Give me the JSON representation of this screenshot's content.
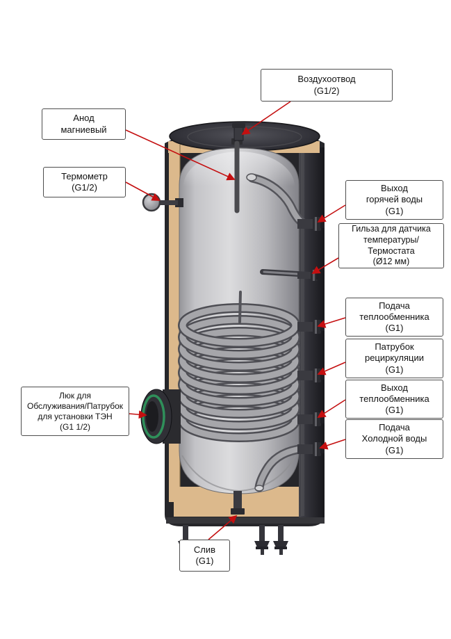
{
  "diagram": {
    "type": "water-heater-cutaway"
  },
  "colors": {
    "arrow": "#c40f10",
    "insulation": "#dcb98c",
    "shell": "#26262a",
    "tank_metal": "#c9c9cb",
    "gasket_green": "#2f8f5a",
    "label_border": "#4d4d4d"
  },
  "labels": {
    "air_vent": "Воздухоотвод\n(G1/2)",
    "anode": "Анод\nмагниевый",
    "thermometer": "Термометр\n(G1/2)",
    "hot_water_outlet": "Выход\nгорячей воды\n(G1)",
    "sensor_sleeve": "Гильза для датчика\nтемпературы/\nТермостата\n(Ø12 мм)",
    "hx_supply": "Подача\nтеплообменника\n(G1)",
    "recirculation": "Патрубок\nрециркуляции\n(G1)",
    "hx_outlet": "Выход\nтеплообменника\n(G1)",
    "cold_water_inlet": "Подача\nХолодной воды\n(G1)",
    "service_hatch": "Люк для\nОбслуживания/Патрубок\nдля установки ТЭН\n(G1 1/2)",
    "drain": "Слив\n(G1)"
  }
}
